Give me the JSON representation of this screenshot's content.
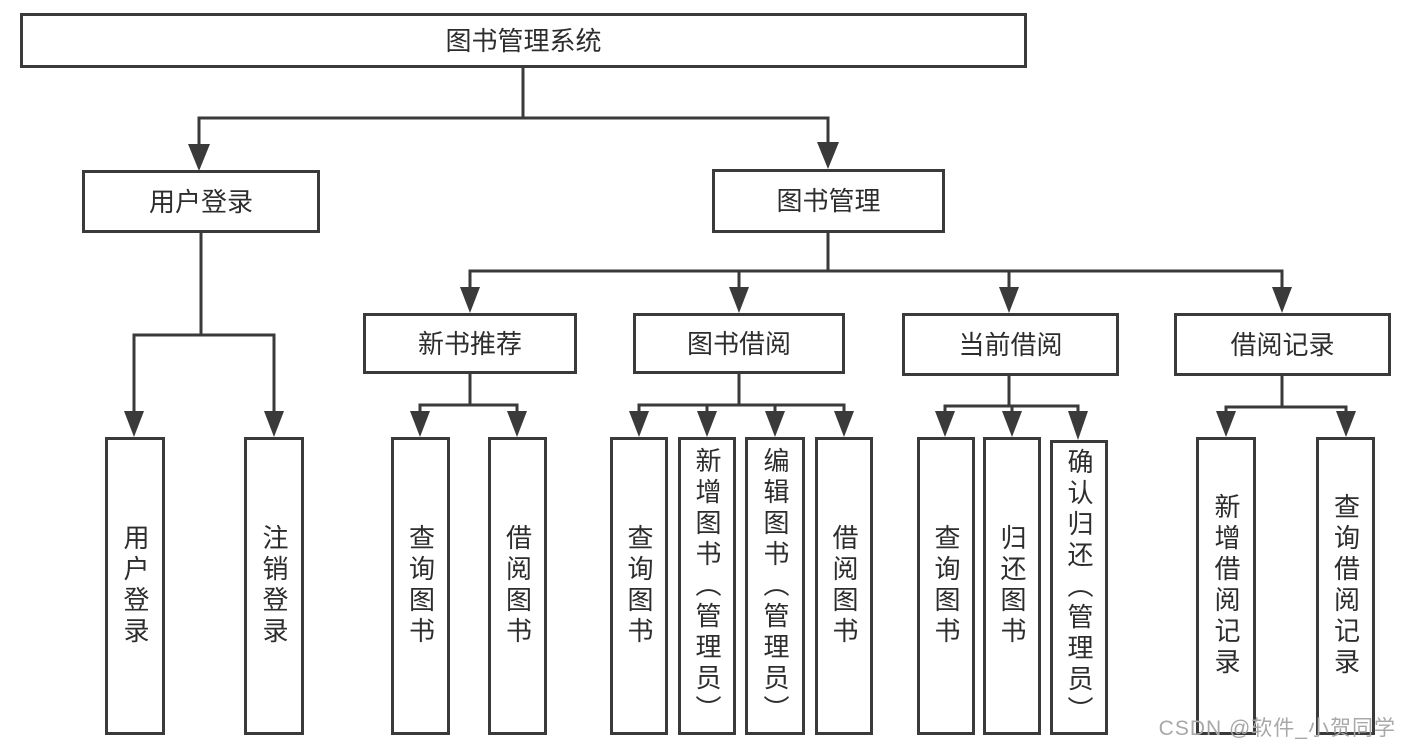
{
  "diagram": {
    "title": "图书管理系统",
    "watermark": "CSDN @软件_小贺同学",
    "colors": {
      "line": "#3a3a3a",
      "text": "#2d2d2d",
      "watermark": "#a8a8a8",
      "background": "#ffffff"
    },
    "root": {
      "label": "图书管理系统"
    },
    "level2": [
      {
        "label": "用户登录"
      },
      {
        "label": "图书管理"
      }
    ],
    "level3": [
      {
        "label": "新书推荐",
        "parent": "图书管理"
      },
      {
        "label": "图书借阅",
        "parent": "图书管理"
      },
      {
        "label": "当前借阅",
        "parent": "图书管理"
      },
      {
        "label": "借阅记录",
        "parent": "图书管理"
      }
    ],
    "leaves": [
      {
        "label": "用户登录",
        "parent": "用户登录"
      },
      {
        "label": "注销登录",
        "parent": "用户登录"
      },
      {
        "label": "查询图书",
        "parent": "新书推荐"
      },
      {
        "label": "借阅图书",
        "parent": "新书推荐"
      },
      {
        "label": "查询图书",
        "parent": "图书借阅"
      },
      {
        "label": "新增图书（管理员）",
        "parent": "图书借阅"
      },
      {
        "label": "编辑图书（管理员）",
        "parent": "图书借阅"
      },
      {
        "label": "借阅图书",
        "parent": "图书借阅"
      },
      {
        "label": "查询图书",
        "parent": "当前借阅"
      },
      {
        "label": "归还图书",
        "parent": "当前借阅"
      },
      {
        "label": "确认归还（管理员）",
        "parent": "当前借阅"
      },
      {
        "label": "新增借阅记录",
        "parent": "借阅记录"
      },
      {
        "label": "查询借阅记录",
        "parent": "借阅记录"
      }
    ]
  }
}
